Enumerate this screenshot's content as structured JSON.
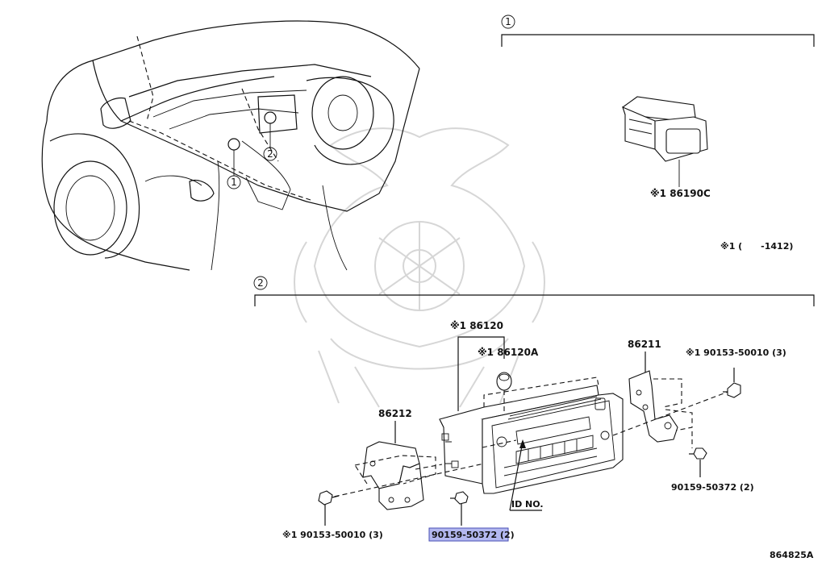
{
  "callouts": {
    "section1": "1",
    "section2": "2",
    "car_marker1": "1",
    "car_marker2": "2"
  },
  "parts": {
    "switch": "※1 86190C",
    "radio_assembly": "※1 86120",
    "radio_cover": "※1 86120A",
    "bracket_right": "86211",
    "bracket_left": "86212",
    "bolt_upper_right": "※1 90153-50010 (3)",
    "screw_right": "90159-50372 (2)",
    "bolt_lower_left": "※1 90153-50010 (3)",
    "screw_left": "90159-50372 (2)"
  },
  "notes": {
    "applicability": "※1 (      -1412)",
    "id_no": "ID NO.",
    "diagram_code": "864825A"
  },
  "colors": {
    "highlight": "#b3b8f0"
  }
}
